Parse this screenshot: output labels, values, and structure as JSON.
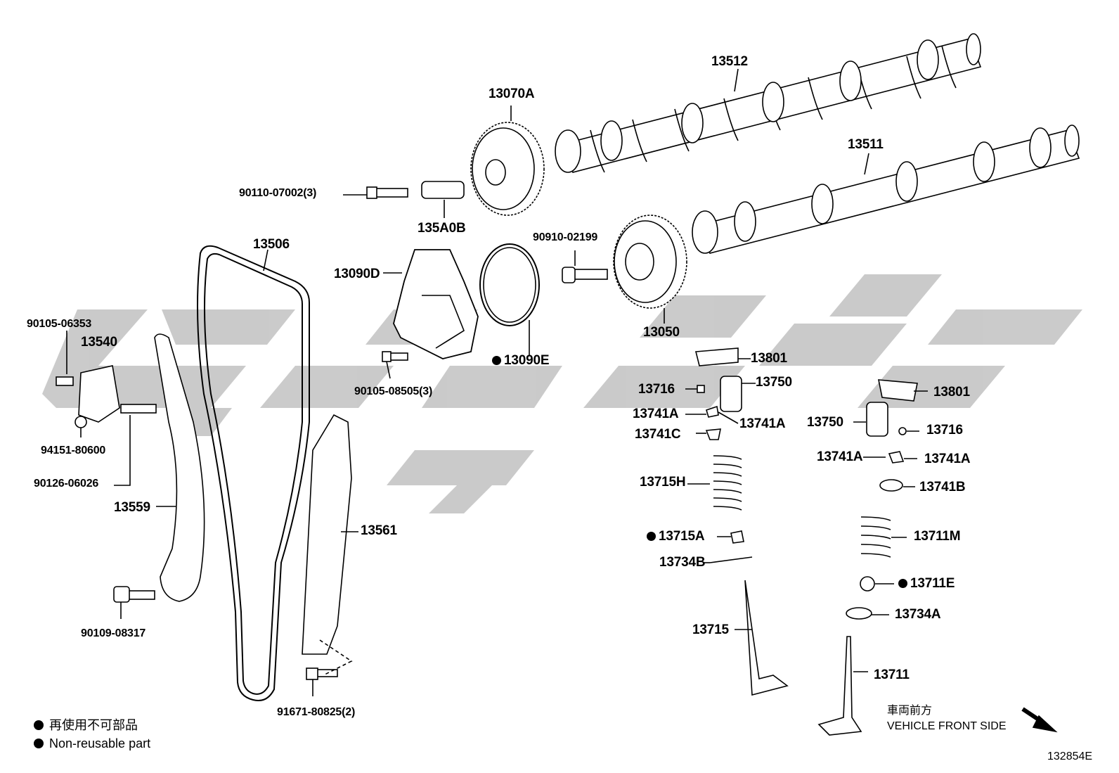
{
  "parts": {
    "p13512": "13512",
    "p13070A": "13070A",
    "p13511": "13511",
    "p90110": "90110-07002(3)",
    "p135A0B": "135A0B",
    "p90910": "90910-02199",
    "p13506": "13506",
    "p13090D": "13090D",
    "p13050": "13050",
    "p90105a": "90105-06353",
    "p13540": "13540",
    "p13090E": "13090E",
    "p90105b": "90105-08505(3)",
    "p13801a": "13801",
    "p13716a": "13716",
    "p13750a": "13750",
    "p13741A_a": "13741A",
    "p13741A_b": "13741A",
    "p13741C": "13741C",
    "p13801b": "13801",
    "p13750b": "13750",
    "p13716b": "13716",
    "p13741A_c": "13741A",
    "p13741A_d": "13741A",
    "p13741B": "13741B",
    "p94151": "94151-80600",
    "p90126": "90126-06026",
    "p13559": "13559",
    "p13561": "13561",
    "p13715H": "13715H",
    "p13715A": "13715A",
    "p13711M": "13711M",
    "p13734B": "13734B",
    "p13711E": "13711E",
    "p13734A": "13734A",
    "p13715": "13715",
    "p13711": "13711",
    "p90109": "90109-08317",
    "p91671": "91671-80825(2)"
  },
  "legend": {
    "line_jp": "再使用不可部品",
    "line_en": "Non-reusable part"
  },
  "direction": {
    "jp": "車両前方",
    "en": "VEHICLE FRONT SIDE"
  },
  "figure_id": "132854E",
  "colors": {
    "watermark": "#c8c8c8",
    "line": "#000000"
  }
}
